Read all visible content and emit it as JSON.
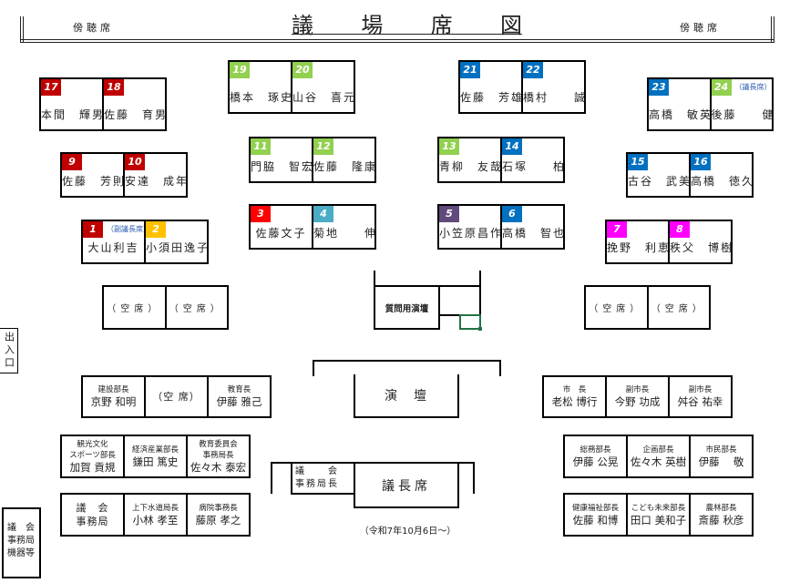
{
  "header": {
    "title_chars": [
      "議",
      "場",
      "席",
      "図"
    ],
    "gallery_left": "傍聴席",
    "gallery_right": "傍聴席"
  },
  "seats": [
    {
      "num": "17",
      "name": "本間　輝男",
      "color": "#c00000"
    },
    {
      "num": "18",
      "name": "佐藤　育男",
      "color": "#c00000"
    },
    {
      "num": "19",
      "name": "橋本　琢史",
      "color": "#92d050"
    },
    {
      "num": "20",
      "name": "山谷　喜元",
      "color": "#92d050"
    },
    {
      "num": "21",
      "name": "佐藤　芳雄",
      "color": "#0070c0"
    },
    {
      "num": "22",
      "name": "橋村　　誠",
      "color": "#0070c0"
    },
    {
      "num": "23",
      "name": "高橋　敏英",
      "color": "#0070c0"
    },
    {
      "num": "24",
      "name": "後藤　　健",
      "color": "#92d050",
      "note": "（議長席）"
    },
    {
      "num": "9",
      "name": "佐藤　芳則",
      "color": "#c00000"
    },
    {
      "num": "10",
      "name": "安達　成年",
      "color": "#c00000"
    },
    {
      "num": "11",
      "name": "門脇　智宏",
      "color": "#92d050"
    },
    {
      "num": "12",
      "name": "佐藤　隆康",
      "color": "#92d050"
    },
    {
      "num": "13",
      "name": "青柳　友哉",
      "color": "#92d050"
    },
    {
      "num": "14",
      "name": "石塚　　柏",
      "color": "#0070c0"
    },
    {
      "num": "15",
      "name": "古谷　武美",
      "color": "#0070c0"
    },
    {
      "num": "16",
      "name": "高橋　徳久",
      "color": "#0070c0"
    },
    {
      "num": "1",
      "name": "大山利吉",
      "color": "#c00000",
      "note": "（副議長席）"
    },
    {
      "num": "2",
      "name": "小須田逸子",
      "color": "#ffc000"
    },
    {
      "num": "3",
      "name": "佐藤文子",
      "color": "#ff0000"
    },
    {
      "num": "4",
      "name": "菊地　　伸",
      "color": "#4bacc6"
    },
    {
      "num": "5",
      "name": "小笠原昌作",
      "color": "#604a7b"
    },
    {
      "num": "6",
      "name": "高橋　智也",
      "color": "#0070c0"
    },
    {
      "num": "7",
      "name": "挽野　利恵",
      "color": "#ff00ff"
    },
    {
      "num": "8",
      "name": "秩父　博樹",
      "color": "#ff00ff"
    }
  ],
  "empty_seat_label": "（空席）",
  "question_podium": "質問用演壇",
  "entrance": "出入口",
  "podium": "演　壇",
  "chair_seat": "議長席",
  "secretariat_chief": {
    "line1": "議　　会",
    "line2": "事務局長"
  },
  "equipment": {
    "line1": "議　会",
    "line2": "事務局",
    "line3": "機器等"
  },
  "date_note": "（令和7年10月6日～）",
  "executives_left": [
    [
      {
        "role": "建設部長",
        "name": "京野 和明"
      },
      {
        "role": "",
        "name": "（空 席）"
      },
      {
        "role": "教育長",
        "name": "伊藤 雅己"
      }
    ],
    [
      {
        "role": "観光文化\nスポーツ部長",
        "name": "加賀 貢規"
      },
      {
        "role": "経済産業部長",
        "name": "鎌田 篤史"
      },
      {
        "role": "教育委員会\n事務局長",
        "name": "佐々木 泰宏"
      }
    ],
    [
      {
        "role": "",
        "name": "議　会\n事務局"
      },
      {
        "role": "上下水道局長",
        "name": "小林 孝至"
      },
      {
        "role": "病院事務長",
        "name": "藤原 孝之"
      }
    ]
  ],
  "executives_right": [
    [
      {
        "role": "市　長",
        "name": "老松 博行"
      },
      {
        "role": "副市長",
        "name": "今野 功成"
      },
      {
        "role": "副市長",
        "name": "舛谷 祐幸"
      }
    ],
    [
      {
        "role": "総務部長",
        "name": "伊藤 公晃"
      },
      {
        "role": "企画部長",
        "name": "佐々木 英樹"
      },
      {
        "role": "市民部長",
        "name": "伊藤　 敬"
      }
    ],
    [
      {
        "role": "健康福祉部長",
        "name": "佐藤 和博"
      },
      {
        "role": "こども未来部長",
        "name": "田口 美和子"
      },
      {
        "role": "農林部長",
        "name": "斎藤 秋彦"
      }
    ]
  ]
}
